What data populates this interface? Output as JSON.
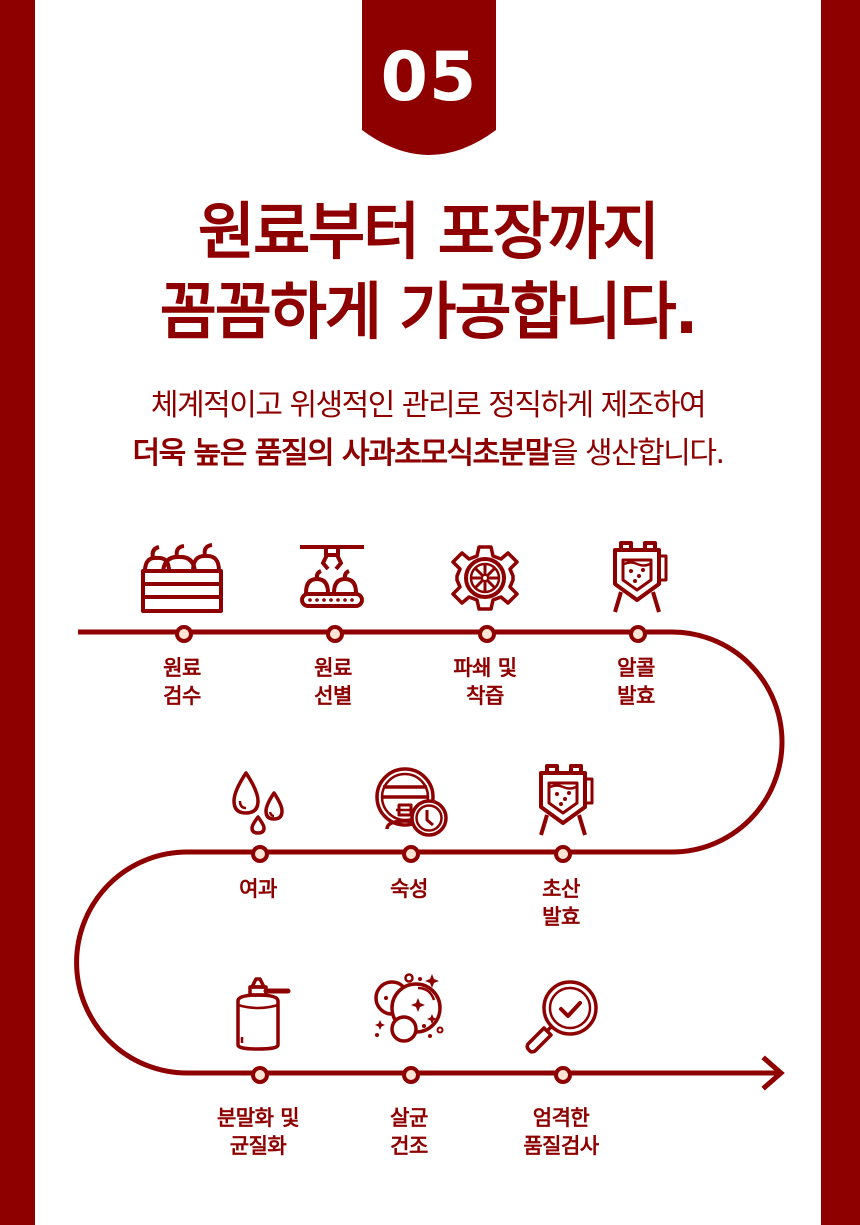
{
  "badge": {
    "number": "05"
  },
  "title": {
    "line1": "원료부터 포장까지",
    "line2": "꼼꼼하게 가공합니다."
  },
  "subtitle": {
    "line1": "체계적이고 위생적인 관리로 정직하게 제조하여",
    "line2_bold": "더욱 높은 품질의 사과초모식초분말",
    "line2_regular": "을 생산합니다."
  },
  "colors": {
    "primary": "#8e0000",
    "node_fill": "#fde4d4",
    "background": "#ffffff"
  },
  "steps": [
    {
      "id": 1,
      "line1": "원료",
      "line2": "검수",
      "icon": "apple-crate-icon"
    },
    {
      "id": 2,
      "line1": "원료",
      "line2": "선별",
      "icon": "conveyor-sorting-icon"
    },
    {
      "id": 3,
      "line1": "파쇄 및",
      "line2": "착즙",
      "icon": "crusher-gear-icon"
    },
    {
      "id": 4,
      "line1": "알콜",
      "line2": "발효",
      "icon": "fermentation-tank-icon"
    },
    {
      "id": 5,
      "line1": "여과",
      "line2": "",
      "icon": "water-drops-icon"
    },
    {
      "id": 6,
      "line1": "숙성",
      "line2": "",
      "icon": "aging-barrel-clock-icon"
    },
    {
      "id": 7,
      "line1": "초산",
      "line2": "발효",
      "icon": "fermentation-tank-icon"
    },
    {
      "id": 8,
      "line1": "분말화 및",
      "line2": "균질화",
      "icon": "powder-container-icon"
    },
    {
      "id": 9,
      "line1": "살균",
      "line2": "건조",
      "icon": "sterilization-bubbles-icon"
    },
    {
      "id": 10,
      "line1": "엄격한",
      "line2": "품질검사",
      "icon": "magnifier-check-icon"
    }
  ]
}
